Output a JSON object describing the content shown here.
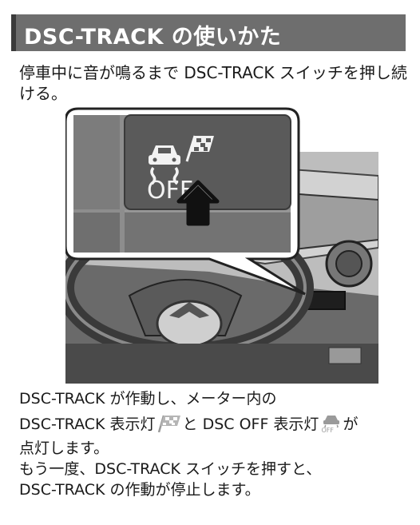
{
  "header": {
    "title": "DSC-TRACK の使いかた"
  },
  "instructions": {
    "intro": "停車中に音が鳴るまで DSC-TRACK スイッチを押し続ける。"
  },
  "figure": {
    "switch_label": "OFF"
  },
  "description": {
    "line1": "DSC-TRACK が作動し、メーター内の",
    "line2_a": "DSC-TRACK 表示灯",
    "line2_b": "と DSC OFF 表示灯",
    "line2_c": "が",
    "line3": "点灯します。",
    "line4": "もう一度、DSC-TRACK スイッチを押すと、",
    "line5": "DSC-TRACK の作動が停止します。",
    "off_icon_label": "OFF"
  },
  "colors": {
    "header_bg": "#6e6e6e",
    "header_accent": "#3b3b3b",
    "switch_panel": "#5a5a5a",
    "indicator_gray": "#9a9a9a"
  },
  "icons": {
    "skid_car": "skid-car-icon",
    "checkered_flag": "checkered-flag-icon",
    "press_arrow": "up-arrow-icon"
  }
}
